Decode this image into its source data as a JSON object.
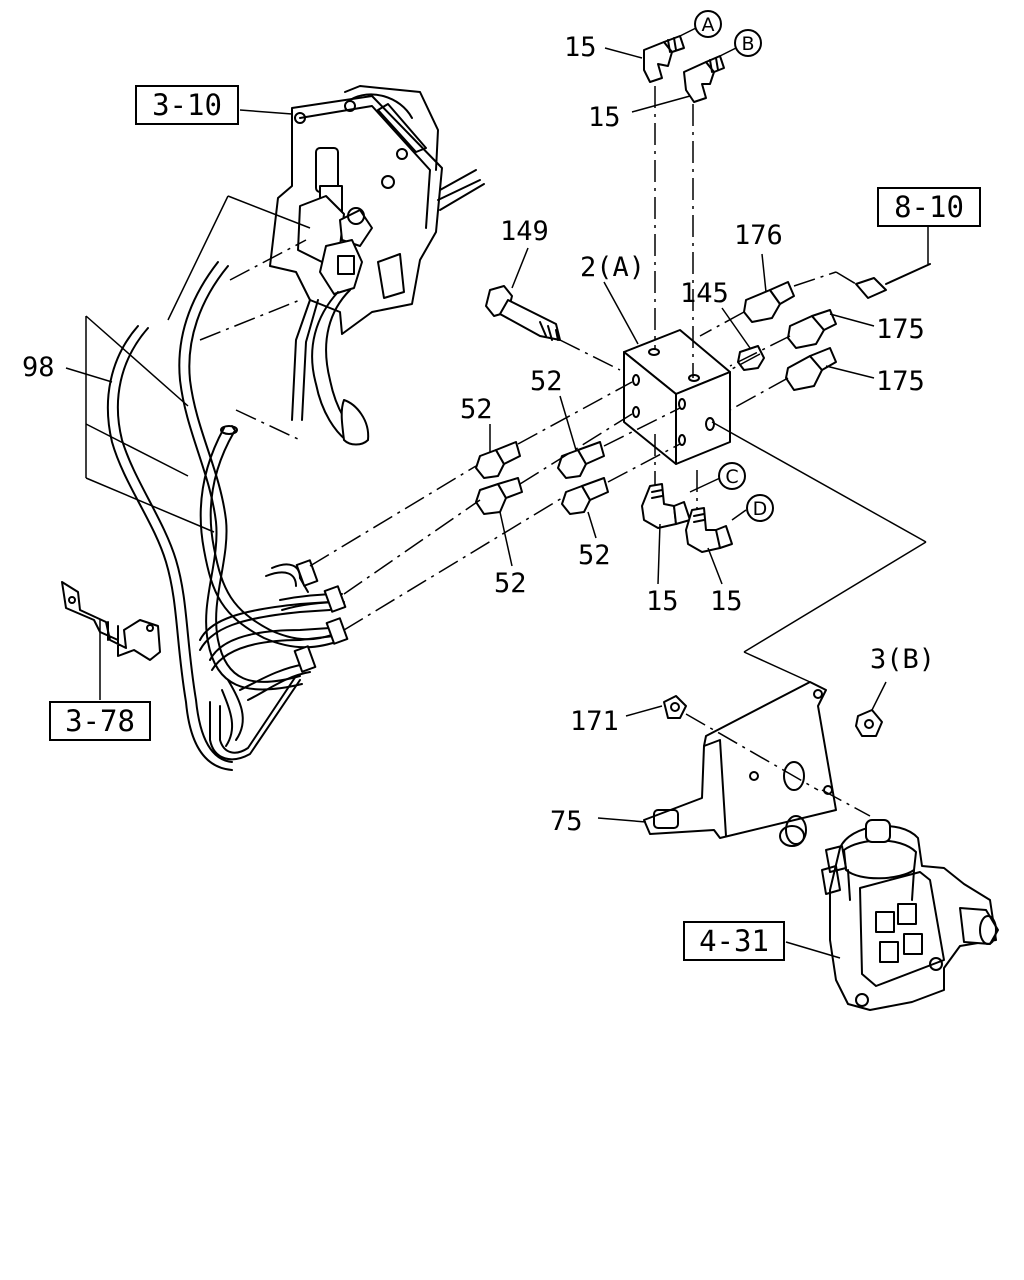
{
  "ref_boxes": [
    {
      "id": "ref-3-10",
      "text": "3-10"
    },
    {
      "id": "ref-8-10",
      "text": "8-10"
    },
    {
      "id": "ref-3-78",
      "text": "3-78"
    },
    {
      "id": "ref-4-31",
      "text": "4-31"
    }
  ],
  "part_labels": {
    "p15_a": "15",
    "p15_b": "15",
    "p15_c": "15",
    "p15_d": "15",
    "p149": "149",
    "p2a": "2(A)",
    "p176": "176",
    "p145": "145",
    "p175_top": "175",
    "p175_bottom": "175",
    "p98": "98",
    "p52_1": "52",
    "p52_2": "52",
    "p52_3": "52",
    "p52_4": "52",
    "p3b": "3(B)",
    "p171": "171",
    "p75": "75"
  },
  "circle_labels": {
    "a": "A",
    "b": "B",
    "c": "C",
    "d": "D"
  }
}
